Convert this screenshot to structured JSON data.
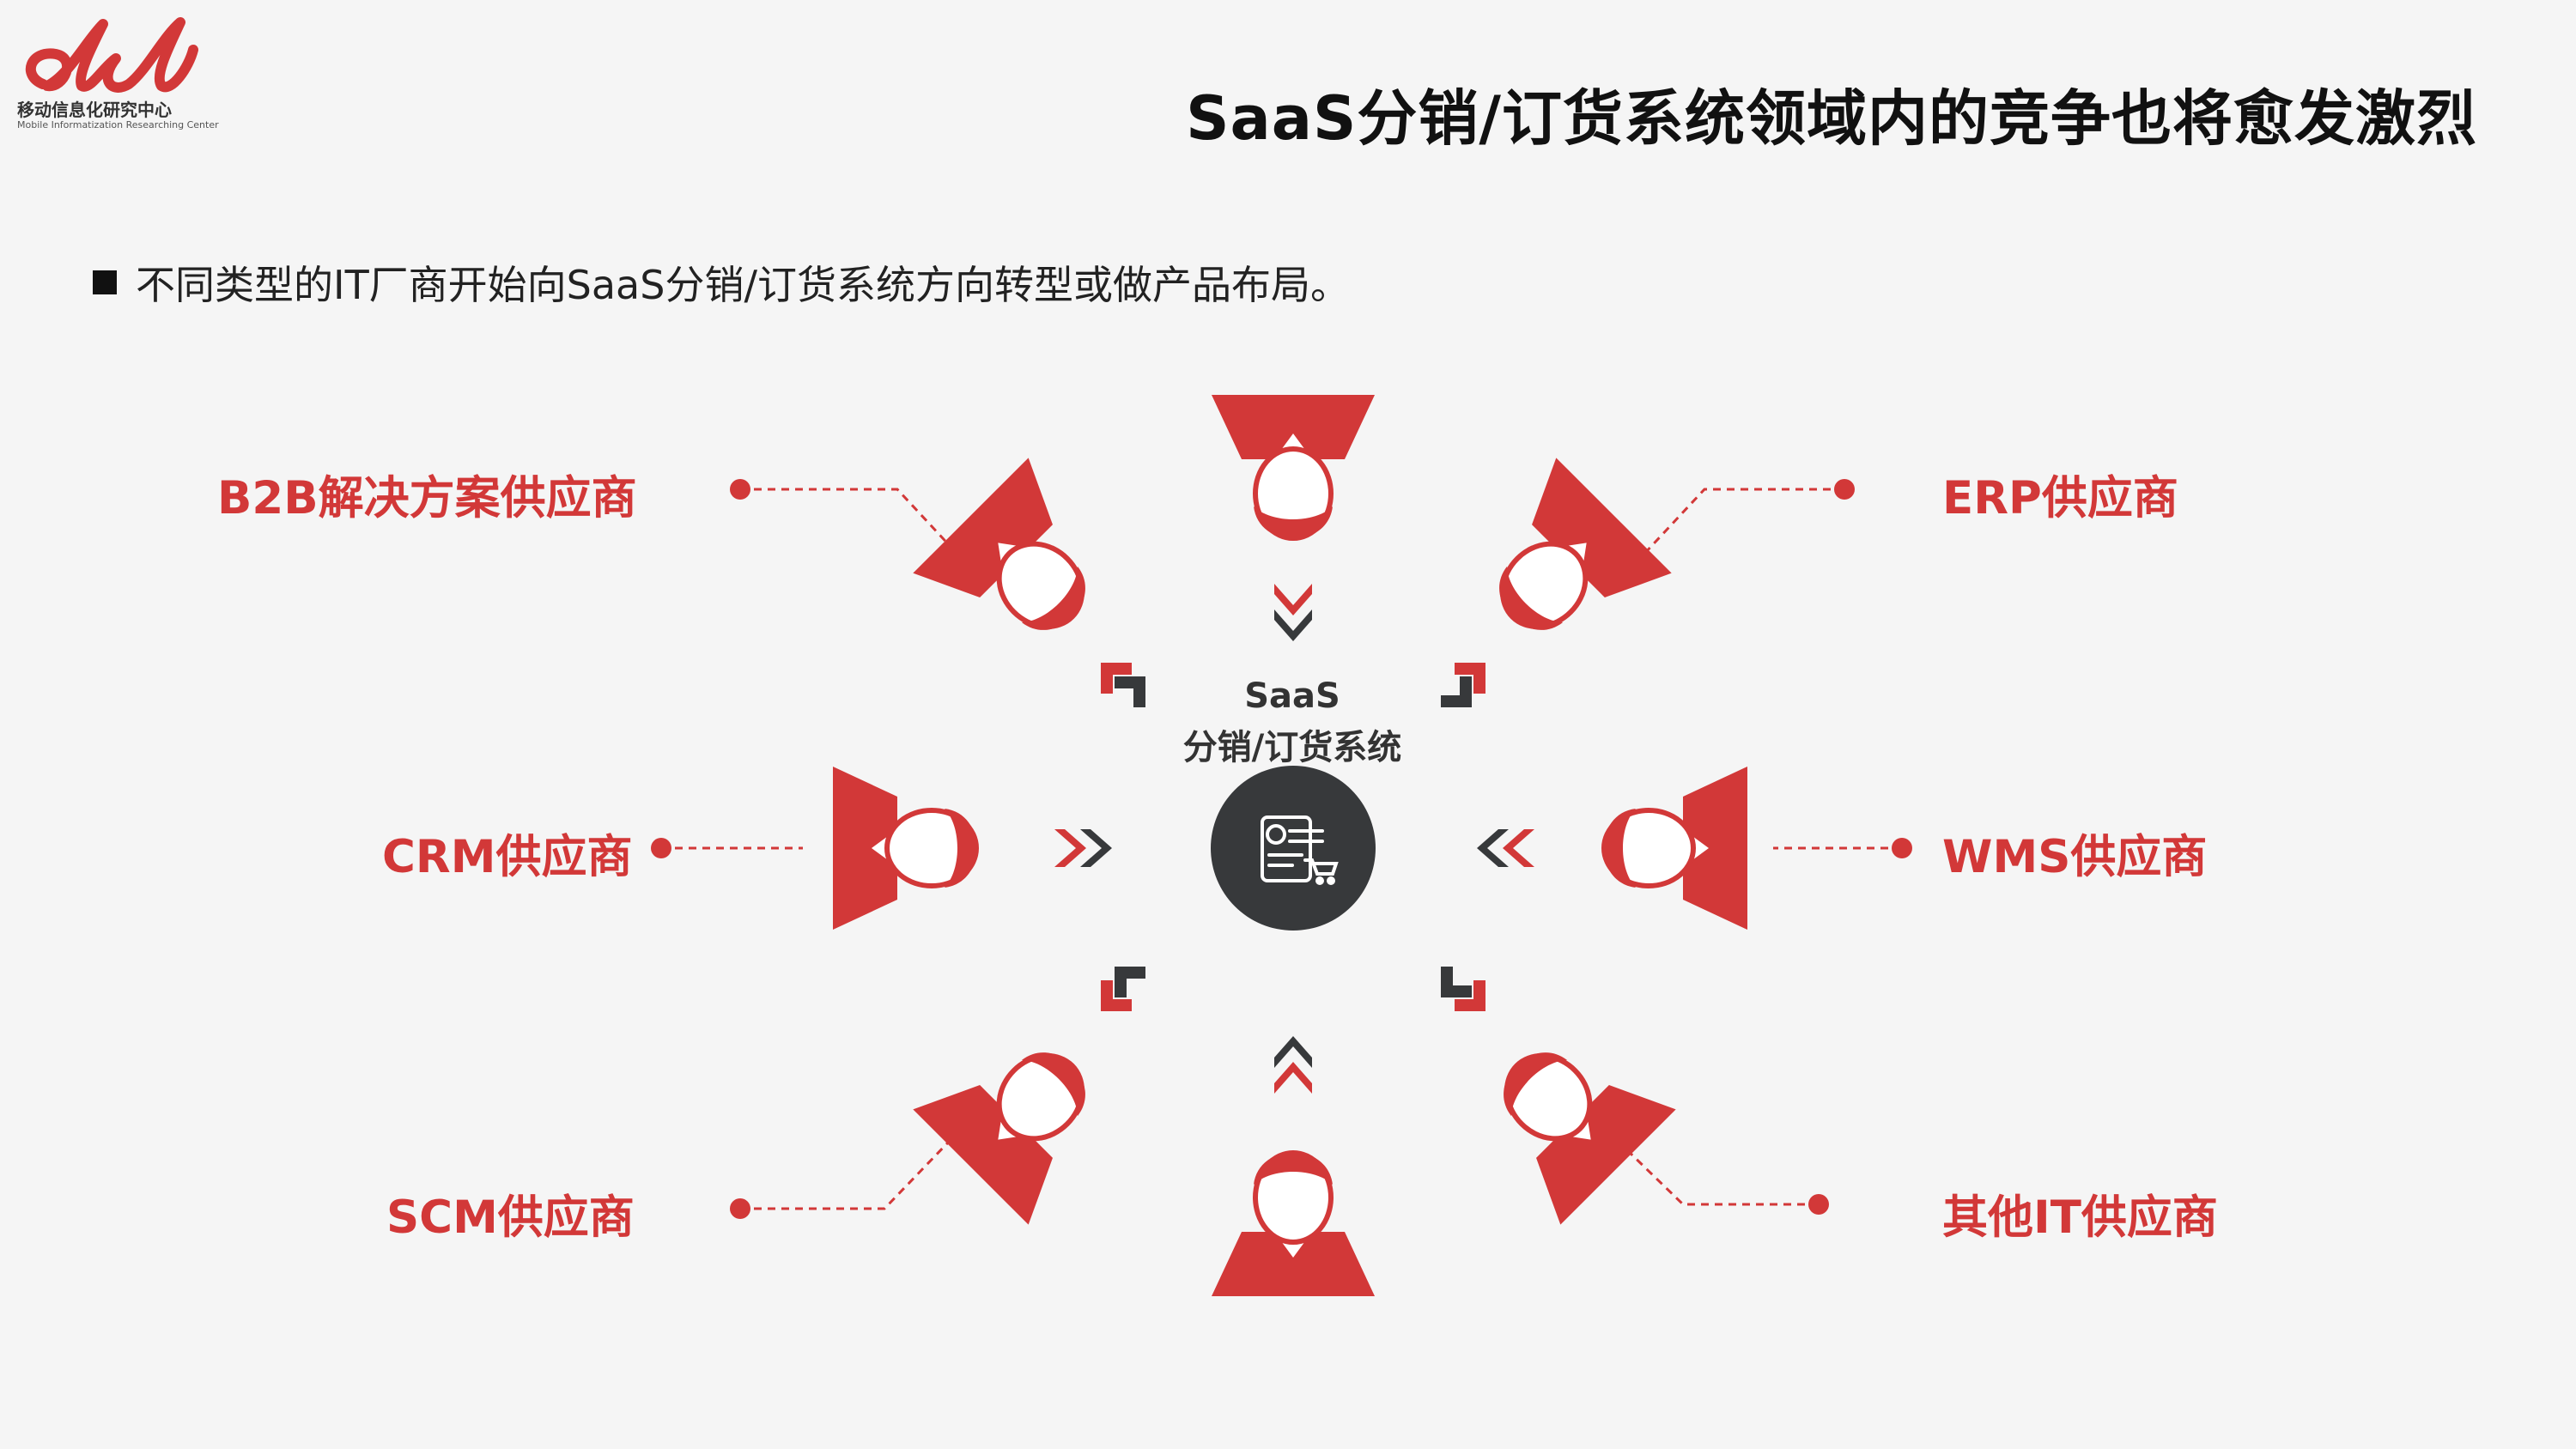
{
  "logo": {
    "name": "移动信息化研究中心",
    "subtitle": "Mobile Informatization Researching Center"
  },
  "title": "SaaS分销/订货系统领域内的竞争也将愈发激烈",
  "bullet": "不同类型的IT厂商开始向SaaS分销/订货系统方向转型或做产品布局。",
  "center": {
    "line1": "SaaS",
    "line2": "分销/订货系统"
  },
  "vendors": [
    "B2B解决方案供应商",
    "ERP供应商",
    "CRM供应商",
    "WMS供应商",
    "SCM供应商",
    "其他IT供应商"
  ],
  "colors": {
    "accent": "#d23838",
    "dark": "#37393b",
    "background": "#f5f5f5",
    "title": "#111111"
  },
  "icons": {
    "logo": "ell-logo-mark",
    "center": "dollar-invoice-cart-icon",
    "people": "person-bust-icon",
    "arrows": "double-chevron-icon"
  }
}
